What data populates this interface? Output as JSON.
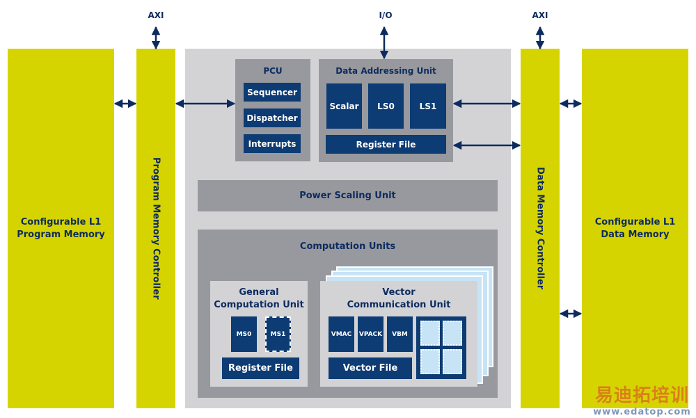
{
  "diagram": {
    "top_labels": {
      "axi_left": "AXI",
      "io": "I/O",
      "axi_right": "AXI"
    },
    "program_memory": {
      "title_line1": "Configurable L1",
      "title_line2": "Program Memory"
    },
    "program_memory_controller": "Program Memory Controller",
    "data_memory_controller": "Data Memory Controller",
    "data_memory": {
      "title_line1": "Configurable L1",
      "title_line2": "Data Memory"
    },
    "pcu": {
      "title": "PCU",
      "items": [
        "Sequencer",
        "Dispatcher",
        "Interrupts"
      ]
    },
    "dau": {
      "title": "Data Addressing Unit",
      "units": [
        "Scalar",
        "LS0",
        "LS1"
      ],
      "register_file": "Register File"
    },
    "power_scaling_unit": "Power Scaling Unit",
    "computation_units": {
      "title": "Computation Units",
      "gcu": {
        "title_line1": "General",
        "title_line2": "Computation Unit",
        "units": [
          "MS0",
          "MS1"
        ],
        "register_file": "Register File"
      },
      "vcu": {
        "title_line1": "Vector",
        "title_line2": "Communication Unit",
        "units": [
          "VMAC",
          "VPACK",
          "VBM"
        ],
        "vector_file": "Vector File"
      }
    },
    "colors": {
      "memory": "#d6d400",
      "core": "#d3d3d6",
      "block": "#98999e",
      "unit": "#0d3b73",
      "text": "#0d2b5e",
      "tile": "#c6e4f5"
    }
  },
  "watermark": {
    "chinese": "易迪拓培训",
    "url": "www.edatop.com"
  }
}
